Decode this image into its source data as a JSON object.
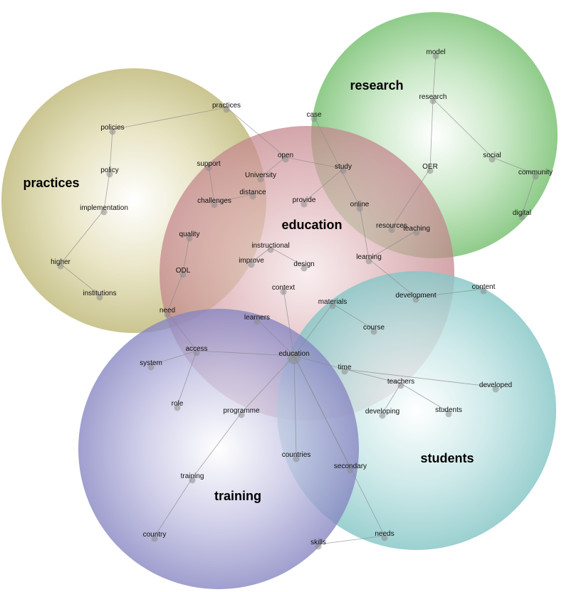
{
  "clusters": [
    {
      "id": "practices",
      "label": "practices",
      "color": "#c9c38c"
    },
    {
      "id": "research",
      "label": "research",
      "color": "#8fcc8a"
    },
    {
      "id": "education",
      "label": "education",
      "color": "#c98a91"
    },
    {
      "id": "students",
      "label": "students",
      "color": "#8ccccc"
    },
    {
      "id": "training",
      "label": "training",
      "color": "#8a89c4"
    }
  ],
  "terms": [
    "model",
    "research",
    "case",
    "practices",
    "policies",
    "social",
    "community",
    "digital",
    "support",
    "open",
    "study",
    "OER",
    "University",
    "distance",
    "policy",
    "challenges",
    "provide",
    "online",
    "implementation",
    "resources",
    "teaching",
    "quality",
    "instructional",
    "improve",
    "design",
    "learning",
    "higher",
    "ODL",
    "context",
    "development",
    "content",
    "institutions",
    "materials",
    "need",
    "learners",
    "course",
    "access",
    "education",
    "system",
    "time",
    "teachers",
    "developed",
    "role",
    "programme",
    "developing",
    "students",
    "countries",
    "secondary",
    "training",
    "country",
    "skills",
    "needs"
  ],
  "edges": [
    [
      "model",
      "research"
    ],
    [
      "research",
      "social"
    ],
    [
      "social",
      "community"
    ],
    [
      "community",
      "digital"
    ],
    [
      "research",
      "OER"
    ],
    [
      "OER",
      "resources"
    ],
    [
      "case",
      "online"
    ],
    [
      "online",
      "learning"
    ],
    [
      "practices",
      "policies"
    ],
    [
      "practices",
      "open"
    ],
    [
      "open",
      "University"
    ],
    [
      "open",
      "study"
    ],
    [
      "study",
      "provide"
    ],
    [
      "policies",
      "policy"
    ],
    [
      "policy",
      "implementation"
    ],
    [
      "implementation",
      "higher"
    ],
    [
      "higher",
      "institutions"
    ],
    [
      "support",
      "challenges"
    ],
    [
      "distance",
      "challenges"
    ],
    [
      "quality",
      "ODL"
    ],
    [
      "ODL",
      "need"
    ],
    [
      "need",
      "access"
    ],
    [
      "instructional",
      "improve"
    ],
    [
      "instructional",
      "design"
    ],
    [
      "learning",
      "teaching"
    ],
    [
      "learning",
      "development"
    ],
    [
      "development",
      "content"
    ],
    [
      "context",
      "education"
    ],
    [
      "materials",
      "course"
    ],
    [
      "materials",
      "education"
    ],
    [
      "learners",
      "education"
    ],
    [
      "access",
      "education"
    ],
    [
      "access",
      "system"
    ],
    [
      "access",
      "role"
    ],
    [
      "education",
      "time"
    ],
    [
      "time",
      "teachers"
    ],
    [
      "time",
      "developed"
    ],
    [
      "teachers",
      "developing"
    ],
    [
      "teachers",
      "students"
    ],
    [
      "education",
      "programme"
    ],
    [
      "programme",
      "training"
    ],
    [
      "training",
      "country"
    ],
    [
      "education",
      "countries"
    ],
    [
      "education",
      "secondary"
    ],
    [
      "education",
      "needs"
    ],
    [
      "needs",
      "skills"
    ]
  ]
}
